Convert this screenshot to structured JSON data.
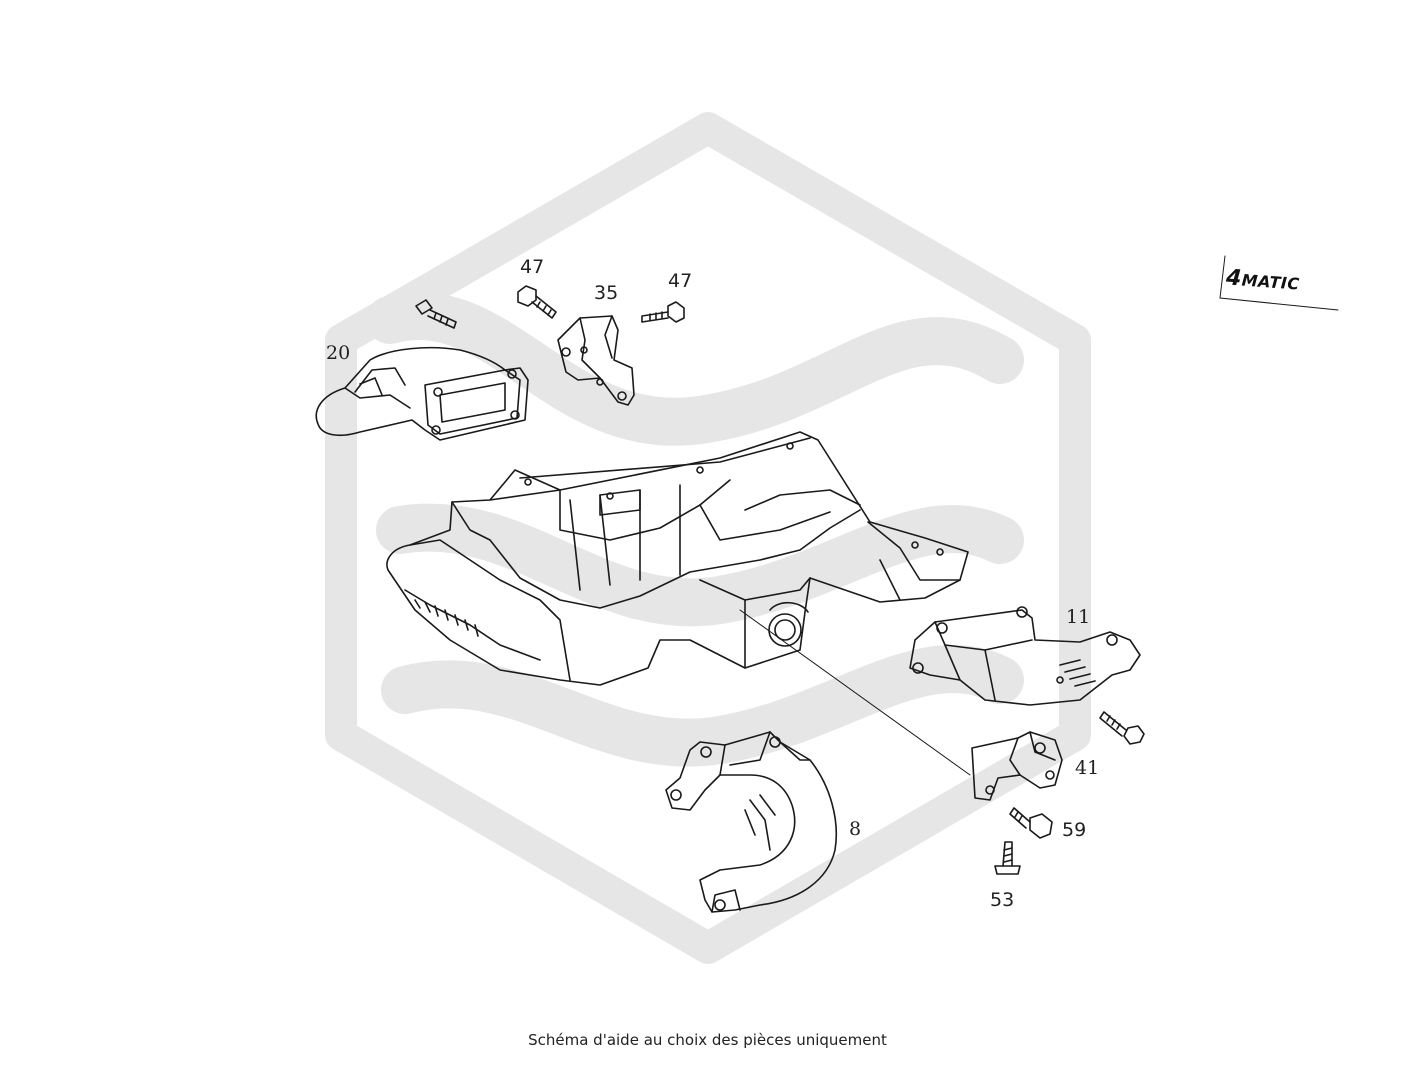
{
  "callouts": [
    {
      "id": "c20",
      "label": "20"
    },
    {
      "id": "c47a",
      "label": "47"
    },
    {
      "id": "c35",
      "label": "35"
    },
    {
      "id": "c47b",
      "label": "47"
    },
    {
      "id": "c11",
      "label": "11"
    },
    {
      "id": "c41",
      "label": "41"
    },
    {
      "id": "c59",
      "label": "59"
    },
    {
      "id": "c8",
      "label": "8"
    },
    {
      "id": "c53",
      "label": "53"
    }
  ],
  "badge": {
    "number": "4",
    "text": "MATIC"
  },
  "footer": {
    "disclaimer": "Schéma d'aide au choix des pièces uniquement"
  },
  "colors": {
    "line": "#1a1a1a",
    "watermark": "#e6e6e6",
    "background": "#ffffff"
  }
}
